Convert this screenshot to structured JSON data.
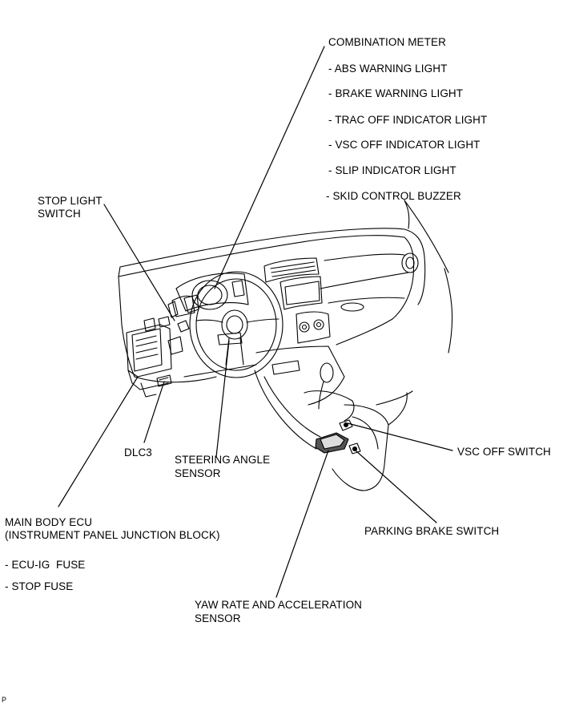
{
  "combination_meter": {
    "title": "COMBINATION METER",
    "items": [
      "- ABS WARNING LIGHT",
      "- BRAKE WARNING LIGHT",
      "- TRAC OFF INDICATOR LIGHT",
      "- VSC OFF INDICATOR LIGHT",
      "- SLIP INDICATOR LIGHT",
      "- SKID CONTROL BUZZER"
    ]
  },
  "stop_light_switch": {
    "line1": "STOP LIGHT",
    "line2": "SWITCH"
  },
  "dlc3": "DLC3",
  "steering_angle_sensor": {
    "line1": "STEERING ANGLE",
    "line2": "SENSOR"
  },
  "vsc_off_switch": "VSC OFF SWITCH",
  "parking_brake_switch": "PARKING BRAKE SWITCH",
  "main_body_ecu": {
    "line1": "MAIN BODY ECU",
    "line2": "(INSTRUMENT PANEL JUNCTION BLOCK)",
    "fuses": [
      "- ECU-IG  FUSE",
      "- STOP FUSE"
    ]
  },
  "yaw_rate_sensor": {
    "line1": "YAW RATE AND ACCELERATION",
    "line2": "SENSOR"
  },
  "corner_mark": "P"
}
